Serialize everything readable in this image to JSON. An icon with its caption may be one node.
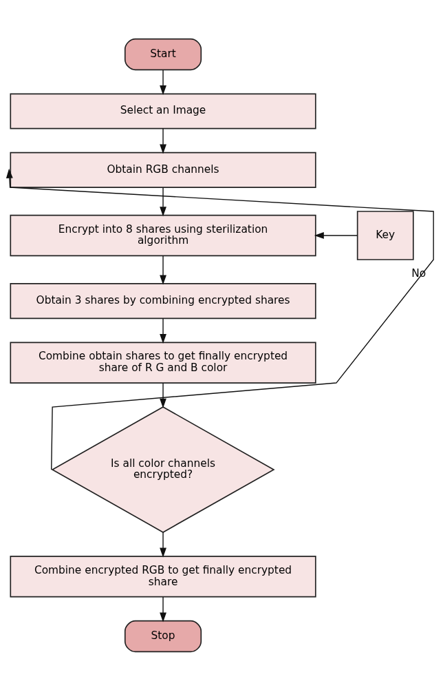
{
  "diagram": {
    "nodes": [
      {
        "text": [
          "Start"
        ]
      },
      {
        "text": [
          "Select an Image"
        ]
      },
      {
        "text": [
          "Obtain RGB channels"
        ]
      },
      {
        "text": [
          "Encrypt into 8 shares using sterilization algorithm"
        ]
      },
      {
        "text": [
          "Key"
        ]
      },
      {
        "text": [
          "Obtain 3 shares by combining encrypted shares"
        ]
      },
      {
        "text": [
          "Combine obtain shares to get finally encrypted share of R G and B color"
        ]
      },
      {
        "text": [
          "Is all color channels encrypted?"
        ]
      },
      {
        "text": [
          "Combine encrypted RGB to get finally encrypted share"
        ]
      },
      {
        "text": [
          "Stop"
        ]
      }
    ],
    "edges": [
      {
        "from": 0,
        "to": 1,
        "arrow": "to"
      },
      {
        "from": 1,
        "to": 2,
        "arrow": "to"
      },
      {
        "from": 2,
        "to": 3,
        "arrow": "to"
      },
      {
        "from": 4,
        "to": 3,
        "arrow": "to"
      },
      {
        "from": 3,
        "to": 5,
        "arrow": "to"
      },
      {
        "from": 5,
        "to": 6,
        "arrow": "to"
      },
      {
        "from": 6,
        "to": 7,
        "arrow": "to"
      },
      {
        "from": 7,
        "to": 2,
        "arrow": "to",
        "label": "No"
      },
      {
        "from": 7,
        "to": 8,
        "arrow": "to"
      },
      {
        "from": 8,
        "to": 9,
        "arrow": "to"
      }
    ]
  }
}
